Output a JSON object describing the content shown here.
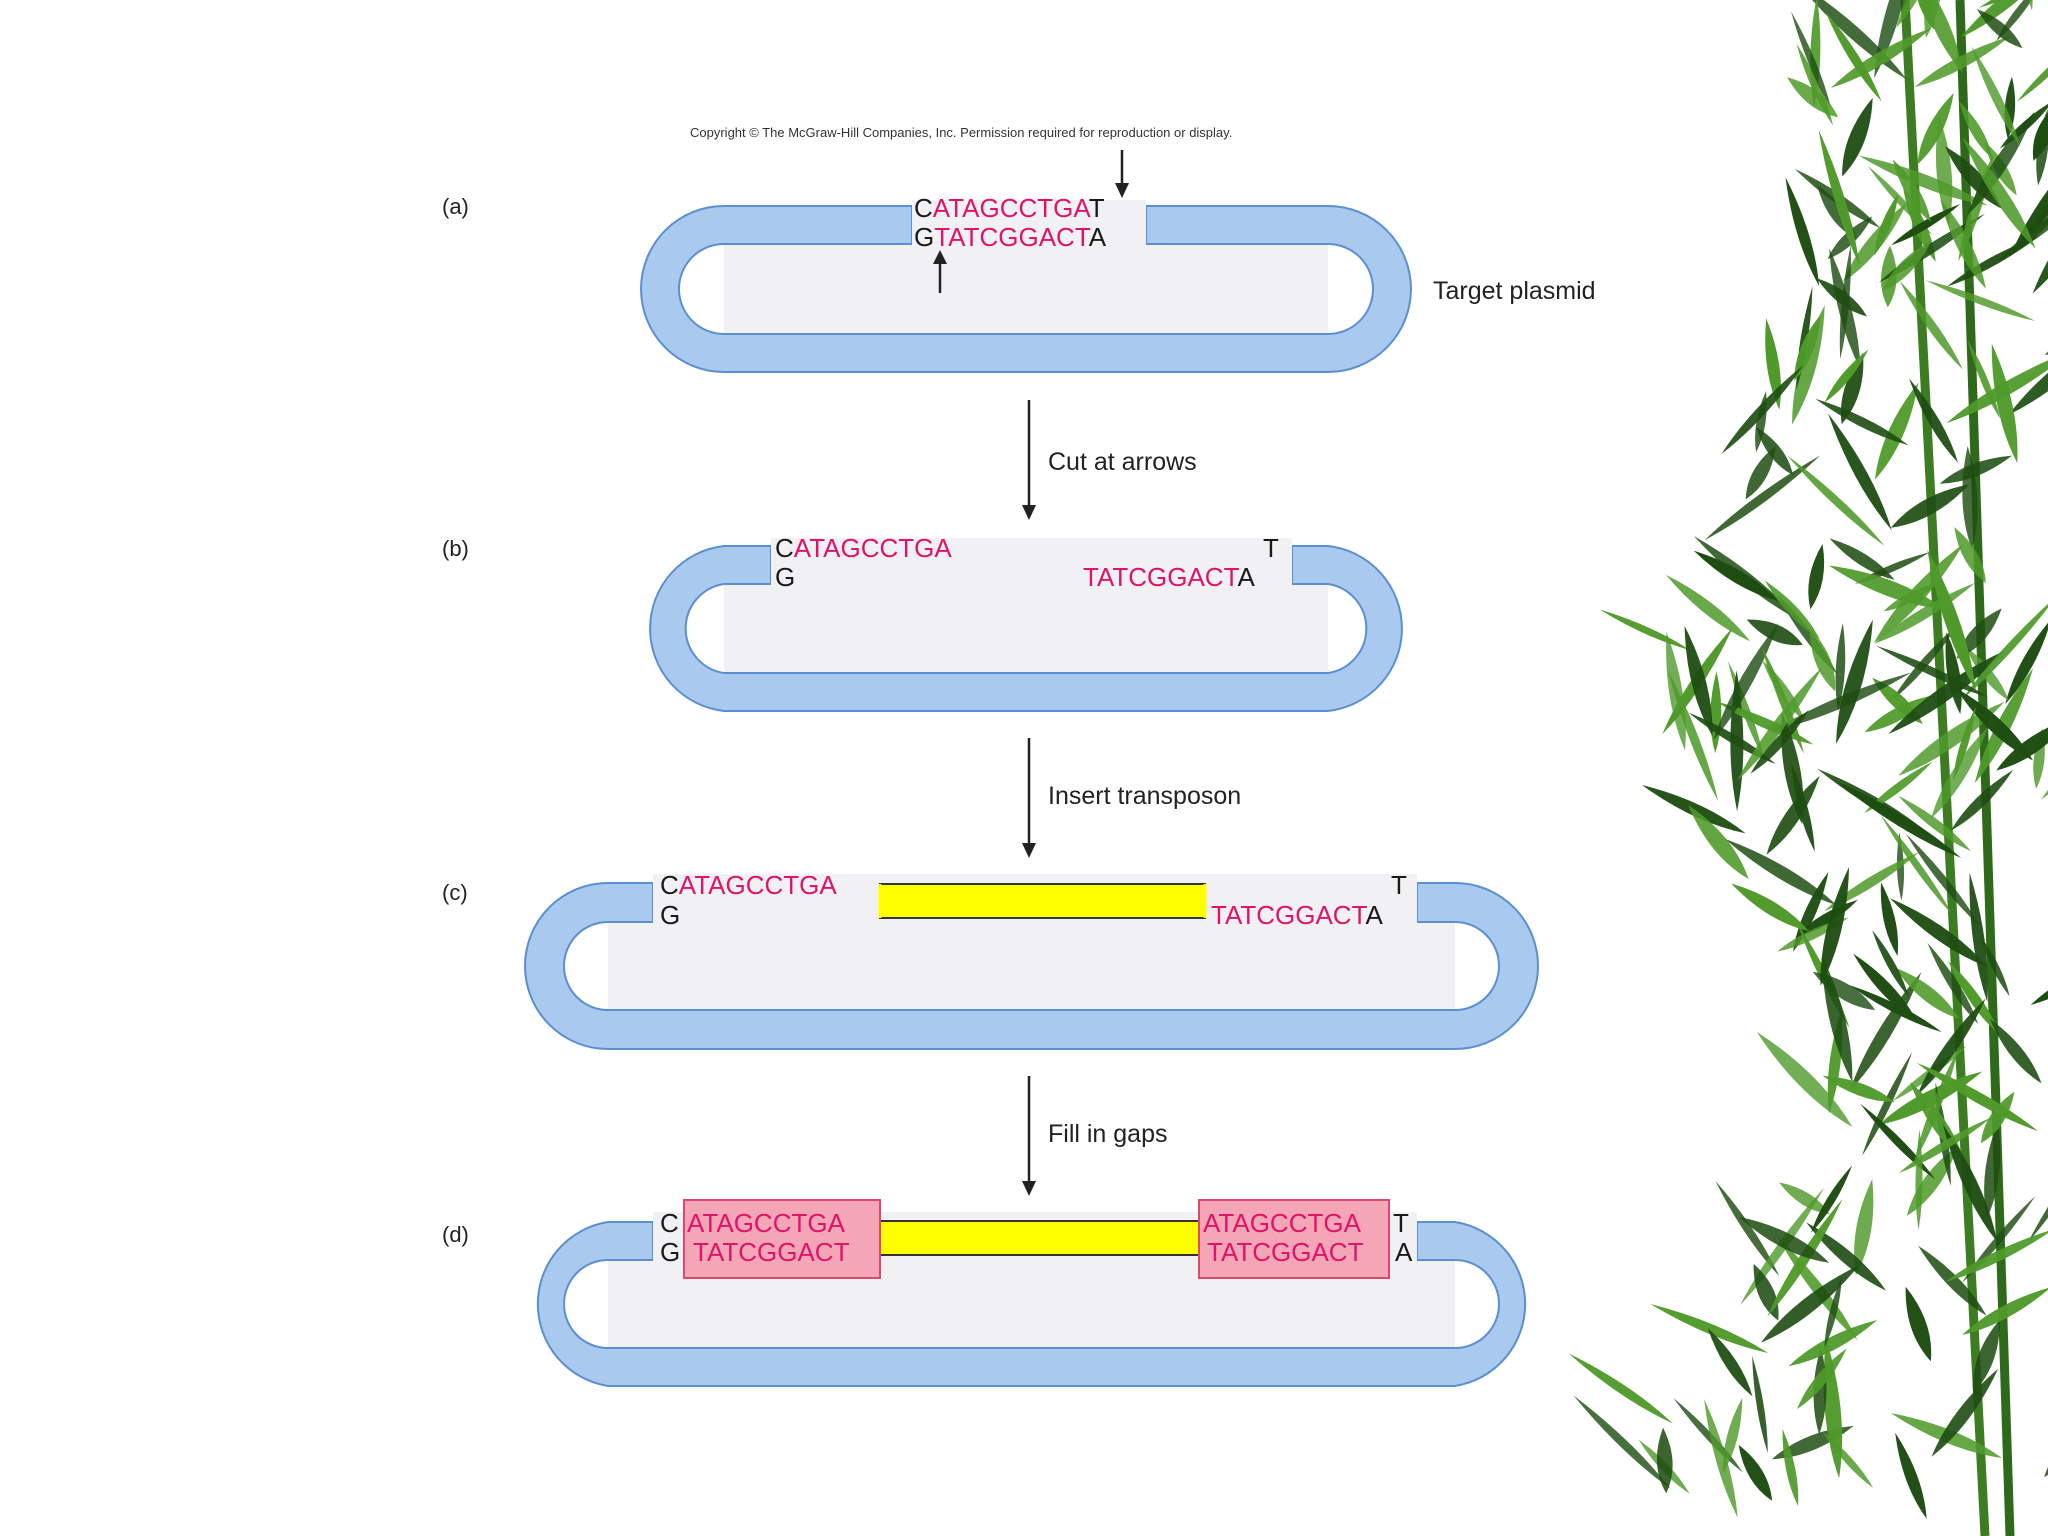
{
  "copyright": "Copyright © The McGraw-Hill Companies, Inc. Permission required for reproduction or display.",
  "panels": {
    "a": {
      "label": "(a)",
      "side_label": "Target plasmid",
      "top_left": "C",
      "top_seq": "ATAGCCTGA",
      "top_right": "T",
      "bottom_left": "G",
      "bottom_seq": "TATCGGACT",
      "bottom_right": "A"
    },
    "b": {
      "label": "(b)",
      "top_left": "C",
      "top_seq": "ATAGCCTGA",
      "top_right": "T",
      "bottom_left": "G",
      "bottom_seq": "TATCGGACT",
      "bottom_right": "A"
    },
    "c": {
      "label": "(c)",
      "top_left": "C",
      "top_seq": "ATAGCCTGA",
      "top_right": "T",
      "bottom_left": "G",
      "bottom_seq": "TATCGGACT",
      "bottom_right": "A"
    },
    "d": {
      "label": "(d)",
      "left_top_left": "C",
      "left_top_seq": "ATAGCCTGA",
      "left_bottom_left": "G",
      "left_bottom_seq": "TATCGGACT",
      "right_top_seq": "ATAGCCTGA",
      "right_top_right": "T",
      "right_bottom_seq": "TATCGGACT",
      "right_bottom_right": "A"
    }
  },
  "steps": {
    "cut": "Cut at arrows",
    "insert": "Insert transposon",
    "fill": "Fill in gaps"
  },
  "colors": {
    "plasmid_ring": "#a9c9ee",
    "plasmid_edge": "#5a8fd0",
    "plasmid_inner": "#f1f1f3",
    "sequence_highlight": "#e0136b",
    "transposon": "#ffff00",
    "duplication_box": "#f4a6b6",
    "foliage_dark": "#1e4d12",
    "foliage_light": "#4f9a2a"
  }
}
